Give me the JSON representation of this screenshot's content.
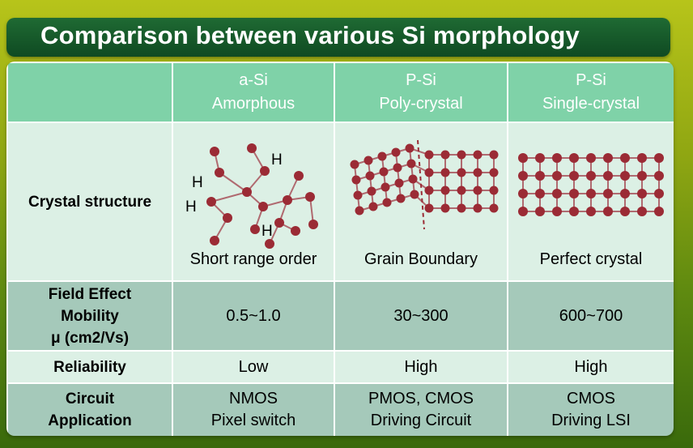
{
  "title": "Comparison between various Si morphology",
  "columns": [
    {
      "line1": "a-Si",
      "line2": "Amorphous"
    },
    {
      "line1": "P-Si",
      "line2": "Poly-crystal"
    },
    {
      "line1": "P-Si",
      "line2": "Single-crystal"
    }
  ],
  "rows": {
    "crystal_structure": {
      "label": "Crystal structure",
      "captions": [
        "Short range order",
        "Grain Boundary",
        "Perfect crystal"
      ],
      "h_label": "H"
    },
    "mobility": {
      "label_line1": "Field Effect",
      "label_line2": "Mobility",
      "label_line3": "μ (cm2/Vs)",
      "values": [
        "0.5~1.0",
        "30~300",
        "600~700"
      ]
    },
    "reliability": {
      "label": "Reliability",
      "values": [
        "Low",
        "High",
        "High"
      ]
    },
    "circuit": {
      "label_line1": "Circuit",
      "label_line2": "Application",
      "values": [
        {
          "line1": "NMOS",
          "line2": "Pixel switch"
        },
        {
          "line1": "PMOS, CMOS",
          "line2": "Driving Circuit"
        },
        {
          "line1": "CMOS",
          "line2": "Driving LSI"
        }
      ]
    }
  },
  "colors": {
    "atom": "#9b2b35",
    "bond": "#b06a70",
    "header_bg": "#7fd2a8",
    "light_row": "#dcf0e5",
    "dark_row": "#a5c9ba",
    "title_bg": "#1a5e2e"
  }
}
